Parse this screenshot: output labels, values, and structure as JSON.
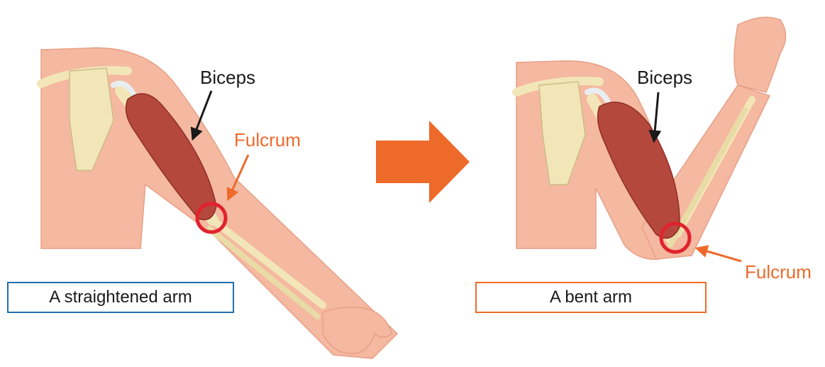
{
  "left_panel": {
    "muscle_label": "Biceps",
    "pivot_label": "Fulcrum",
    "caption": "A straightened arm"
  },
  "right_panel": {
    "muscle_label": "Biceps",
    "pivot_label": "Fulcrum",
    "caption": "A bent arm"
  },
  "colors": {
    "skin": "#f5b8a0",
    "skin_edge": "#e7a087",
    "bone": "#f2e6b8",
    "muscle": "#b5483c",
    "tendon": "#e9eef2",
    "fulcrum_ring": "#e0232e",
    "accent_orange": "#ee6a2b",
    "caption_blue_border": "#1f6fb0",
    "caption_orange_border": "#ee6a2b"
  },
  "icons": {
    "transition": "right-arrow-icon"
  }
}
